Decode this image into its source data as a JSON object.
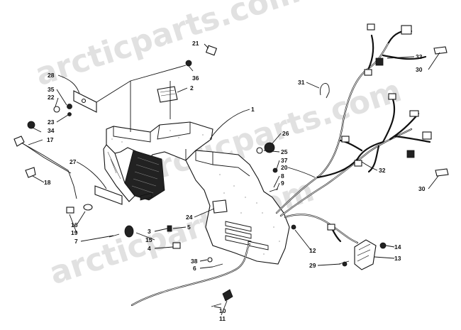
{
  "diagram": {
    "watermark_lines": [
      "arcticparts.com",
      "arcticparts.com",
      "arcticparts.com"
    ],
    "callouts": [
      {
        "id": "c1",
        "label": "1"
      },
      {
        "id": "c2",
        "label": "2"
      },
      {
        "id": "c3",
        "label": "3"
      },
      {
        "id": "c4",
        "label": "4"
      },
      {
        "id": "c5",
        "label": "5"
      },
      {
        "id": "c6",
        "label": "6"
      },
      {
        "id": "c7",
        "label": "7"
      },
      {
        "id": "c8",
        "label": "8"
      },
      {
        "id": "c9",
        "label": "9"
      },
      {
        "id": "c10",
        "label": "10"
      },
      {
        "id": "c11",
        "label": "11"
      },
      {
        "id": "c12",
        "label": "12"
      },
      {
        "id": "c13",
        "label": "13"
      },
      {
        "id": "c14",
        "label": "14"
      },
      {
        "id": "c15",
        "label": "15"
      },
      {
        "id": "c16",
        "label": "16"
      },
      {
        "id": "c17",
        "label": "17"
      },
      {
        "id": "c18",
        "label": "18"
      },
      {
        "id": "c19",
        "label": "19"
      },
      {
        "id": "c20",
        "label": "20"
      },
      {
        "id": "c21",
        "label": "21"
      },
      {
        "id": "c22",
        "label": "22"
      },
      {
        "id": "c23",
        "label": "23"
      },
      {
        "id": "c24",
        "label": "24"
      },
      {
        "id": "c25",
        "label": "25"
      },
      {
        "id": "c26",
        "label": "26"
      },
      {
        "id": "c27",
        "label": "27"
      },
      {
        "id": "c28",
        "label": "28"
      },
      {
        "id": "c29",
        "label": "29"
      },
      {
        "id": "c30a",
        "label": "30"
      },
      {
        "id": "c30b",
        "label": "30"
      },
      {
        "id": "c31",
        "label": "31"
      },
      {
        "id": "c32",
        "label": "32"
      },
      {
        "id": "c33",
        "label": "33"
      },
      {
        "id": "c34",
        "label": "34"
      },
      {
        "id": "c35",
        "label": "35"
      },
      {
        "id": "c36",
        "label": "36"
      },
      {
        "id": "c37",
        "label": "37"
      },
      {
        "id": "c38",
        "label": "38"
      }
    ]
  }
}
